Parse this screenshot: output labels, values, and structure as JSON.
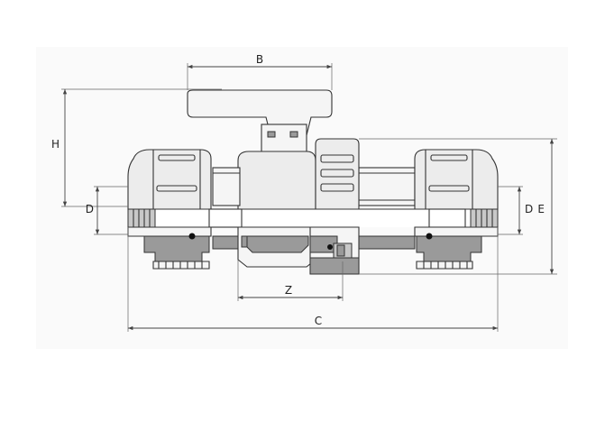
{
  "dimensions": {
    "B": "B",
    "H": "H",
    "D_left": "D",
    "D_right": "D",
    "E": "E",
    "Z": "Z",
    "C": "C"
  },
  "colors": {
    "background": "#ffffff",
    "body": "#ececec",
    "section": "#9a9a9a",
    "outline": "#333333"
  }
}
